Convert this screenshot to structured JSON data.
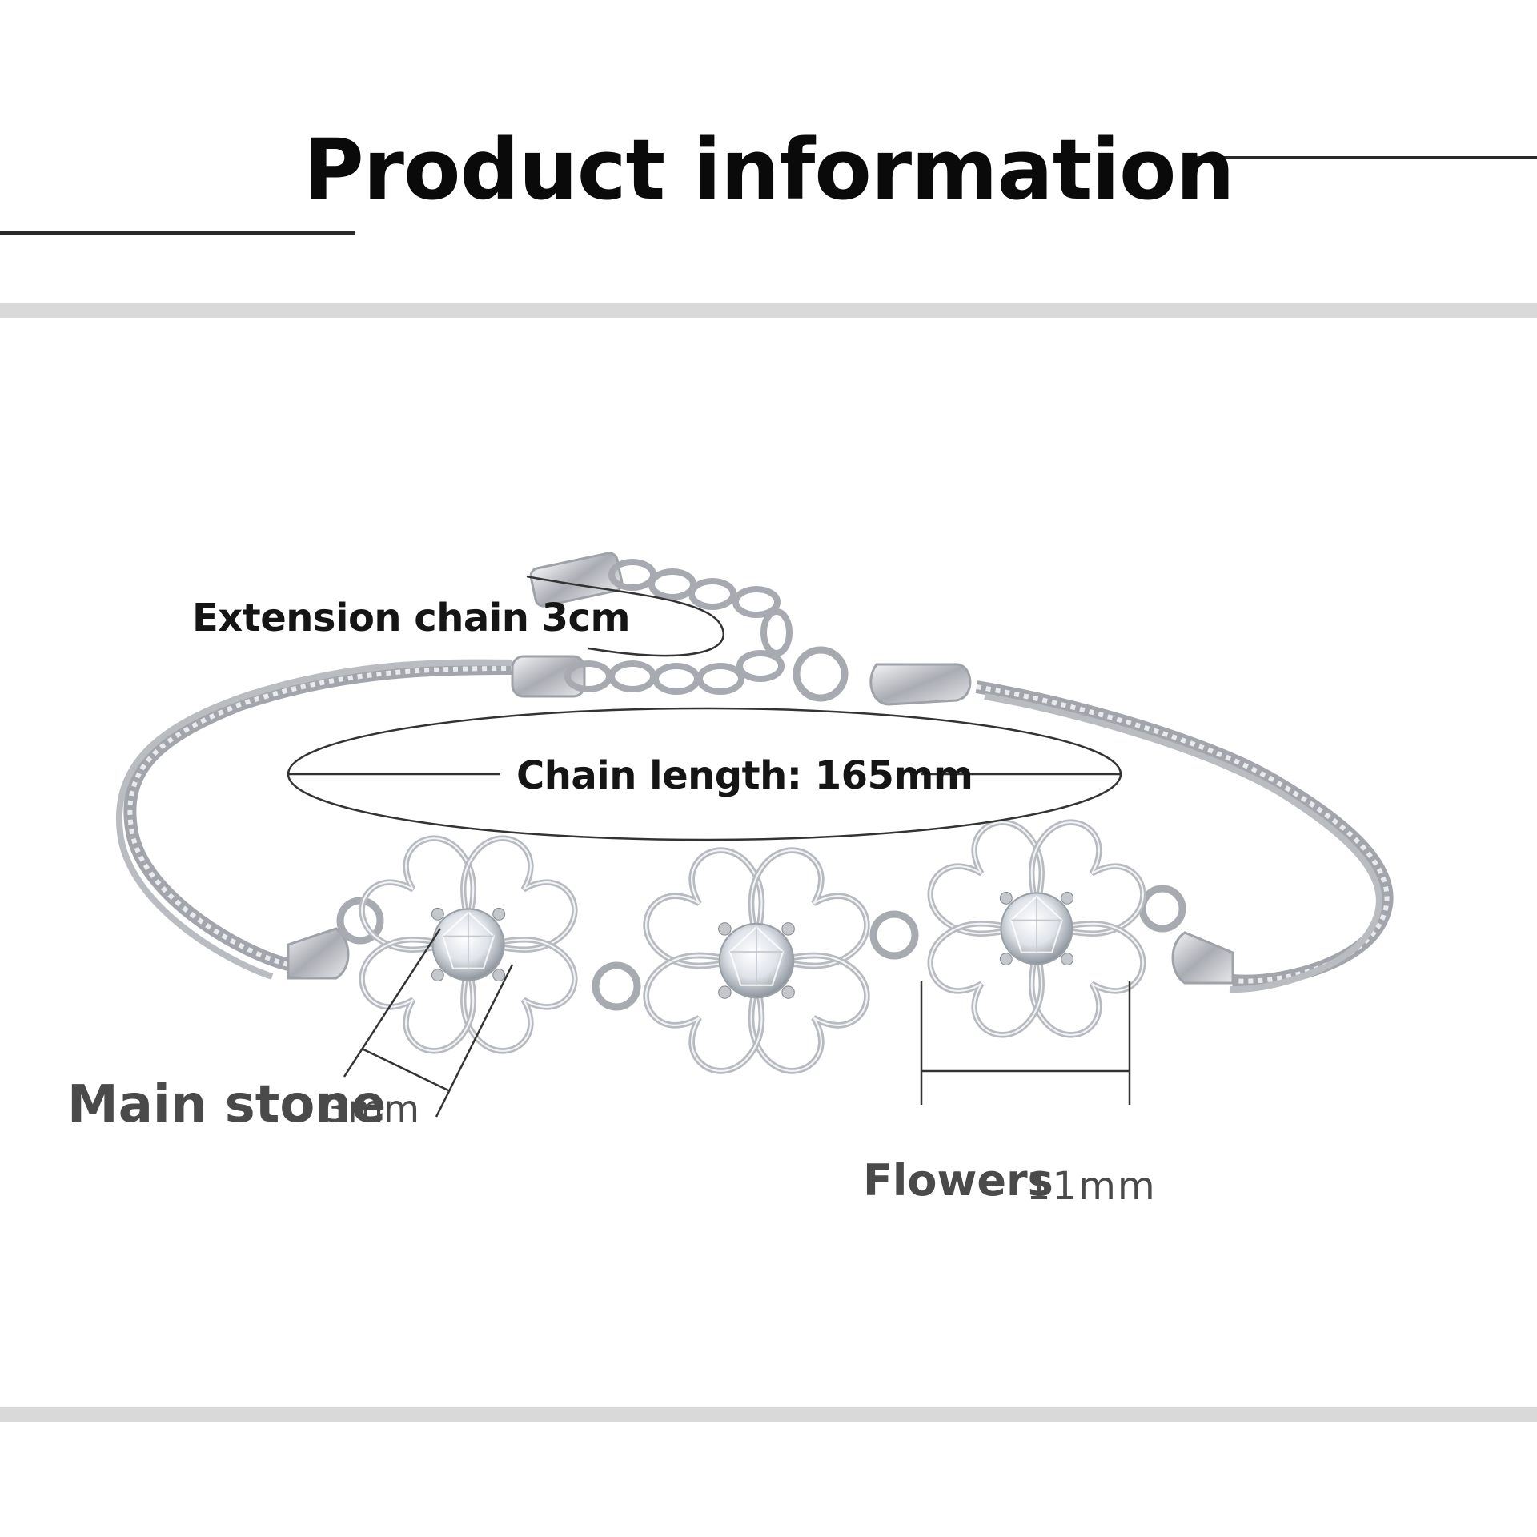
{
  "header": {
    "title": "Product information"
  },
  "annotations": {
    "extension_chain": "Extension chain 3cm",
    "chain_length": "Chain length: 165mm",
    "main_stone_label": "Main stone",
    "main_stone_size": "3mm",
    "flowers_label": "Flowers",
    "flowers_size": "11mm"
  },
  "product": {
    "name-icon": "silver-four-leaf-clover-bracelet",
    "metal_color": "#c9cbd0",
    "stone_color": "#eef2f7"
  }
}
